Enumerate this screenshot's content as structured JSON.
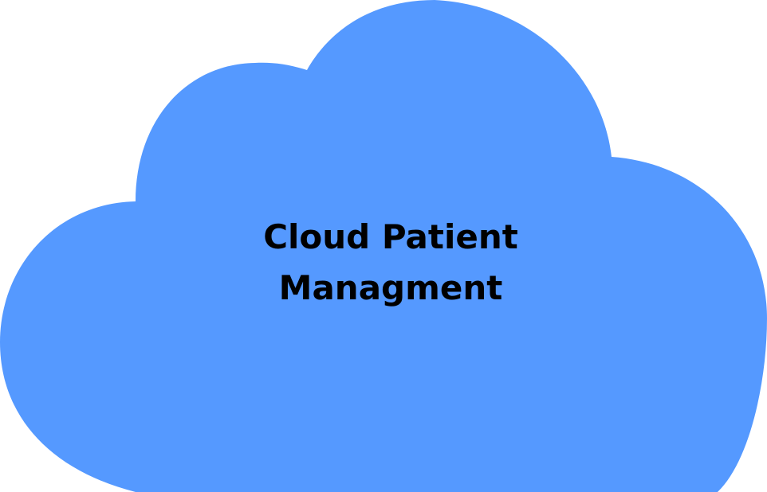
{
  "diagram": {
    "shape": "cloud",
    "fill_color": "#5599FF",
    "text_color": "#000000",
    "label_lines": [
      "Cloud Patient",
      "Managment"
    ]
  }
}
